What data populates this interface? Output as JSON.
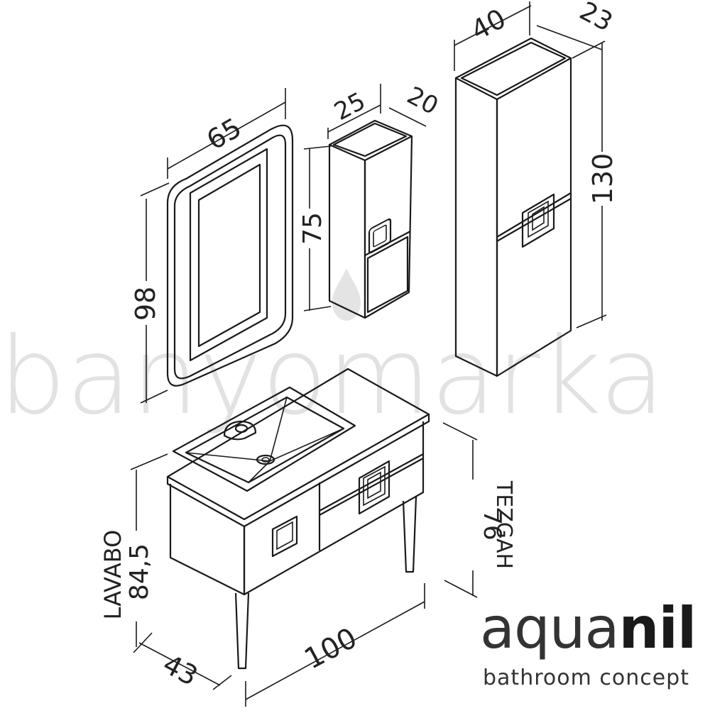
{
  "watermark": {
    "text": "banyomarka"
  },
  "brand": {
    "name_light": "aqua",
    "name_bold": "nil",
    "tagline": "bathroom  concept"
  },
  "dimensions": {
    "mirror_width": "65",
    "mirror_height": "98",
    "small_cabinet_width": "25",
    "small_cabinet_depth": "20",
    "small_cabinet_height": "75",
    "tall_cabinet_width": "40",
    "tall_cabinet_depth": "23",
    "tall_cabinet_height": "130",
    "vanity_width": "100",
    "vanity_depth": "43",
    "lavabo_height": "84,5",
    "lavabo_label": "LAVABO",
    "tezgah_height": "76",
    "tezgah_label": "TEZGAH"
  }
}
